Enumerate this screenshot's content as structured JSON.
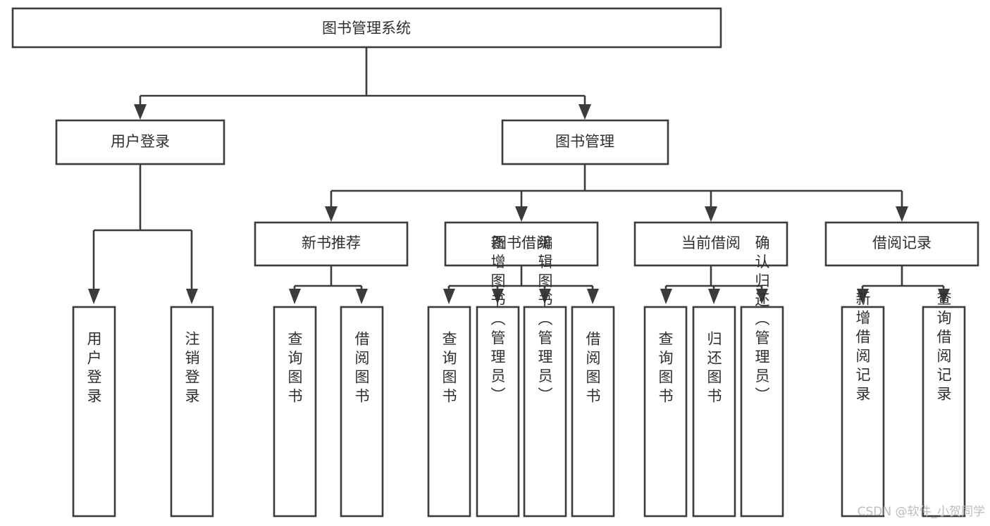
{
  "diagram": {
    "title": "图书管理系统",
    "type": "tree-hierarchy-diagram",
    "background_color": "#ffffff",
    "line_color": "#3b3b3b",
    "text_color": "#2f2f2f",
    "root": {
      "label": "图书管理系统"
    },
    "level2": [
      {
        "label": "用户登录"
      },
      {
        "label": "图书管理"
      }
    ],
    "level3": [
      {
        "label": "新书推荐"
      },
      {
        "label": "图书借阅"
      },
      {
        "label": "当前借阅"
      },
      {
        "label": "借阅记录"
      }
    ],
    "leaves": {
      "user_login": [
        {
          "label": "用户登录"
        },
        {
          "label": "注销登录"
        }
      ],
      "new_book_recommend": [
        {
          "label": "查询图书"
        },
        {
          "label": "借阅图书"
        }
      ],
      "book_borrow": [
        {
          "label": "查询图书"
        },
        {
          "label": "新增图书（管理员）"
        },
        {
          "label": "编辑图书（管理员）"
        },
        {
          "label": "借阅图书"
        }
      ],
      "current_borrow": [
        {
          "label": "查询图书"
        },
        {
          "label": "归还图书"
        },
        {
          "label": "确认归还（管理员）"
        }
      ],
      "borrow_records": [
        {
          "label": "新增借阅记录"
        },
        {
          "label": "查询借阅记录"
        }
      ]
    }
  },
  "watermark": {
    "text": "CSDN @软件_小贺同学",
    "color": "#bdbdbd"
  }
}
